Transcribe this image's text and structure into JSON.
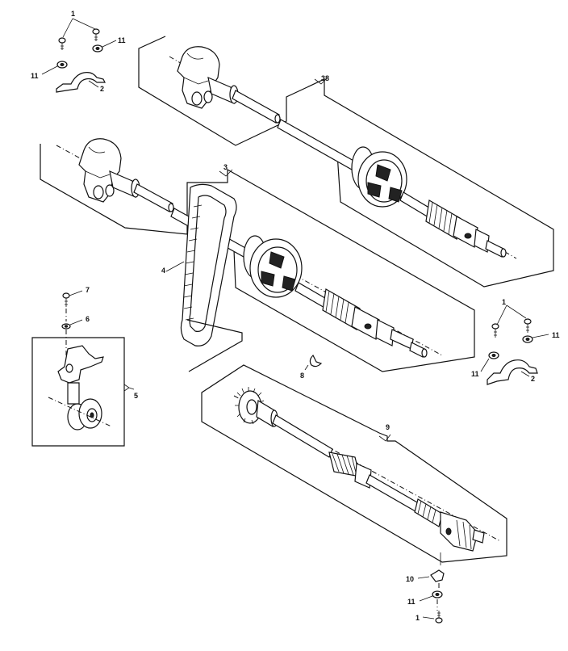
{
  "callouts": {
    "c1a": "1",
    "c11a": "11",
    "c11b": "11",
    "c2a": "2",
    "c38": "38",
    "c3": "3",
    "c4": "4",
    "c7": "7",
    "c6": "6",
    "c5": "5",
    "c8": "8",
    "c1b": "1",
    "c11c": "11",
    "c11d": "11",
    "c2b": "2",
    "c9": "9",
    "c10": "10",
    "c11e": "11",
    "c1c": "1"
  }
}
